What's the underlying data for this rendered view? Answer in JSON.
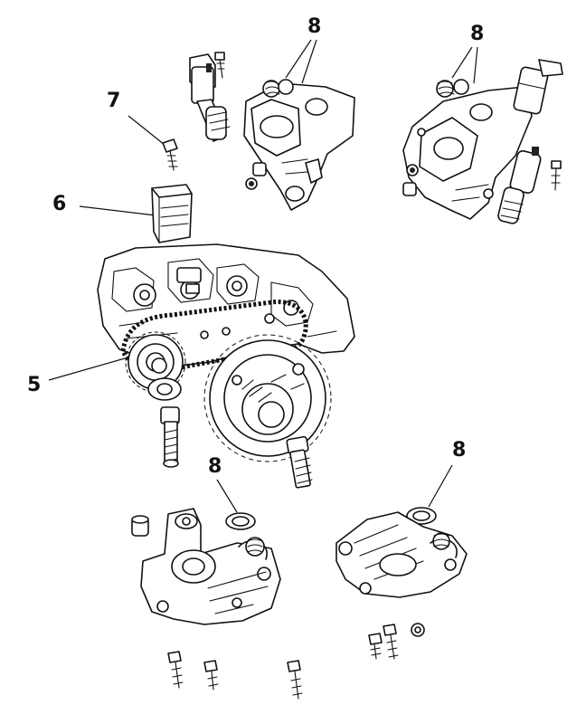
{
  "callouts": {
    "label_5": "5",
    "label_6": "6",
    "label_7": "7",
    "label_8_top_left": "8",
    "label_8_top_right": "8",
    "label_8_bottom_left": "8",
    "label_8_bottom_right": "8"
  },
  "colors": {
    "ink": "#111111",
    "paper": "#ffffff"
  }
}
